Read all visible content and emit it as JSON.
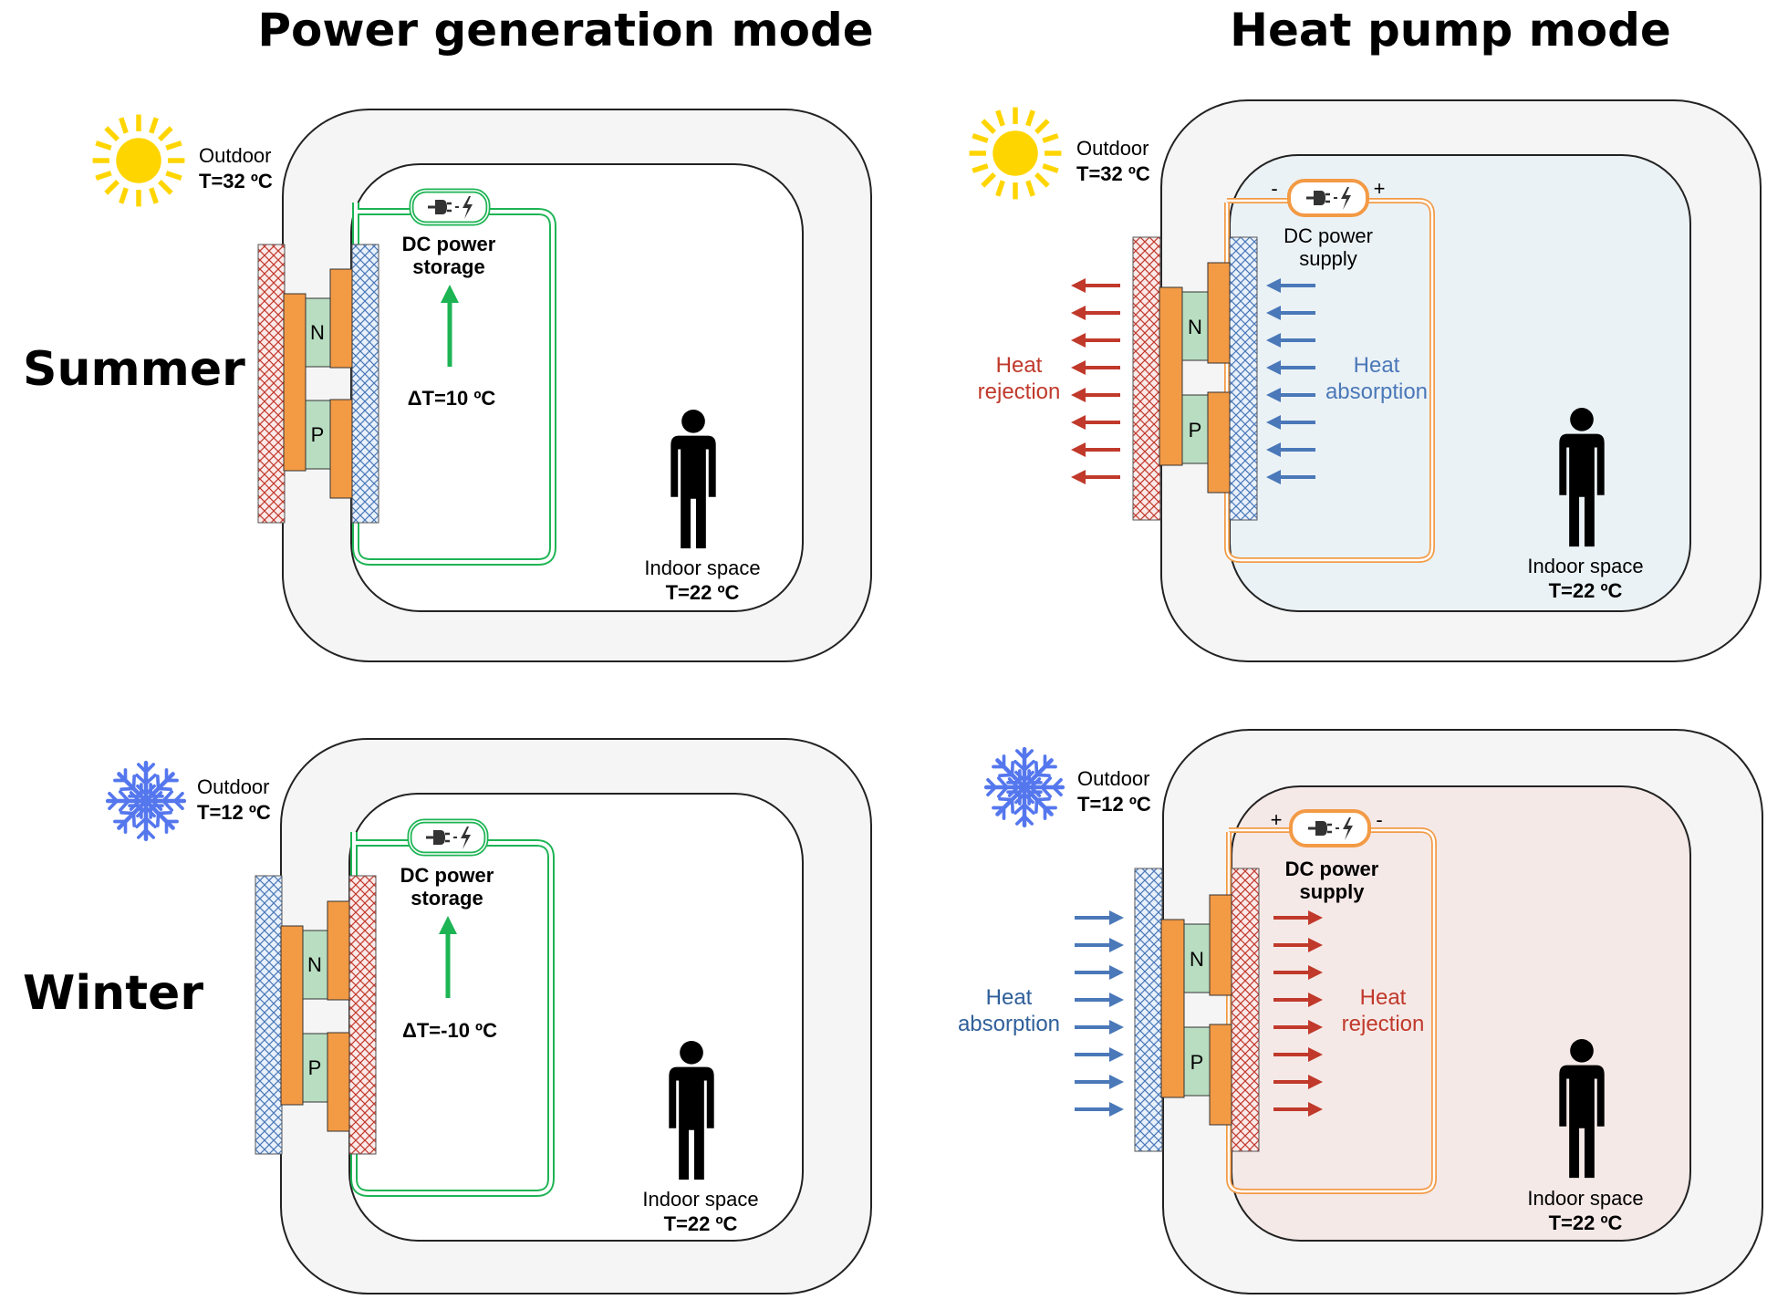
{
  "headers": {
    "power": "Power generation mode",
    "heatpump": "Heat pump mode"
  },
  "seasons": {
    "summer": "Summer",
    "winter": "Winter"
  },
  "labels": {
    "outdoor": "Outdoor",
    "indoor": "Indoor space",
    "t_indoor": "T=22 ºC",
    "n": "N",
    "p": "P",
    "dc": "DC power",
    "storage": "storage",
    "supply": "supply",
    "heat": "Heat",
    "rejection": "rejection",
    "absorption": "absorption",
    "plus": "+",
    "minus": "-"
  },
  "summer": {
    "t_outdoor": "T=32 ºC",
    "delta": "ΔT=10 ºC"
  },
  "winter": {
    "t_outdoor": "T=12 ºC",
    "delta": "ΔT=-10 ºC"
  },
  "colors": {
    "hot": "#c0392b",
    "cold": "#4a78b8",
    "cold_dark": "#2f5f9a",
    "green": "#1db454",
    "orange": "#f39a45",
    "np": "#b9ddc1",
    "sun": "#ffd500",
    "snow": "#5577ee"
  },
  "icons": [
    "sun-icon",
    "snowflake-icon",
    "plug-icon",
    "lightning-icon",
    "person-icon",
    "arrow-icon"
  ]
}
